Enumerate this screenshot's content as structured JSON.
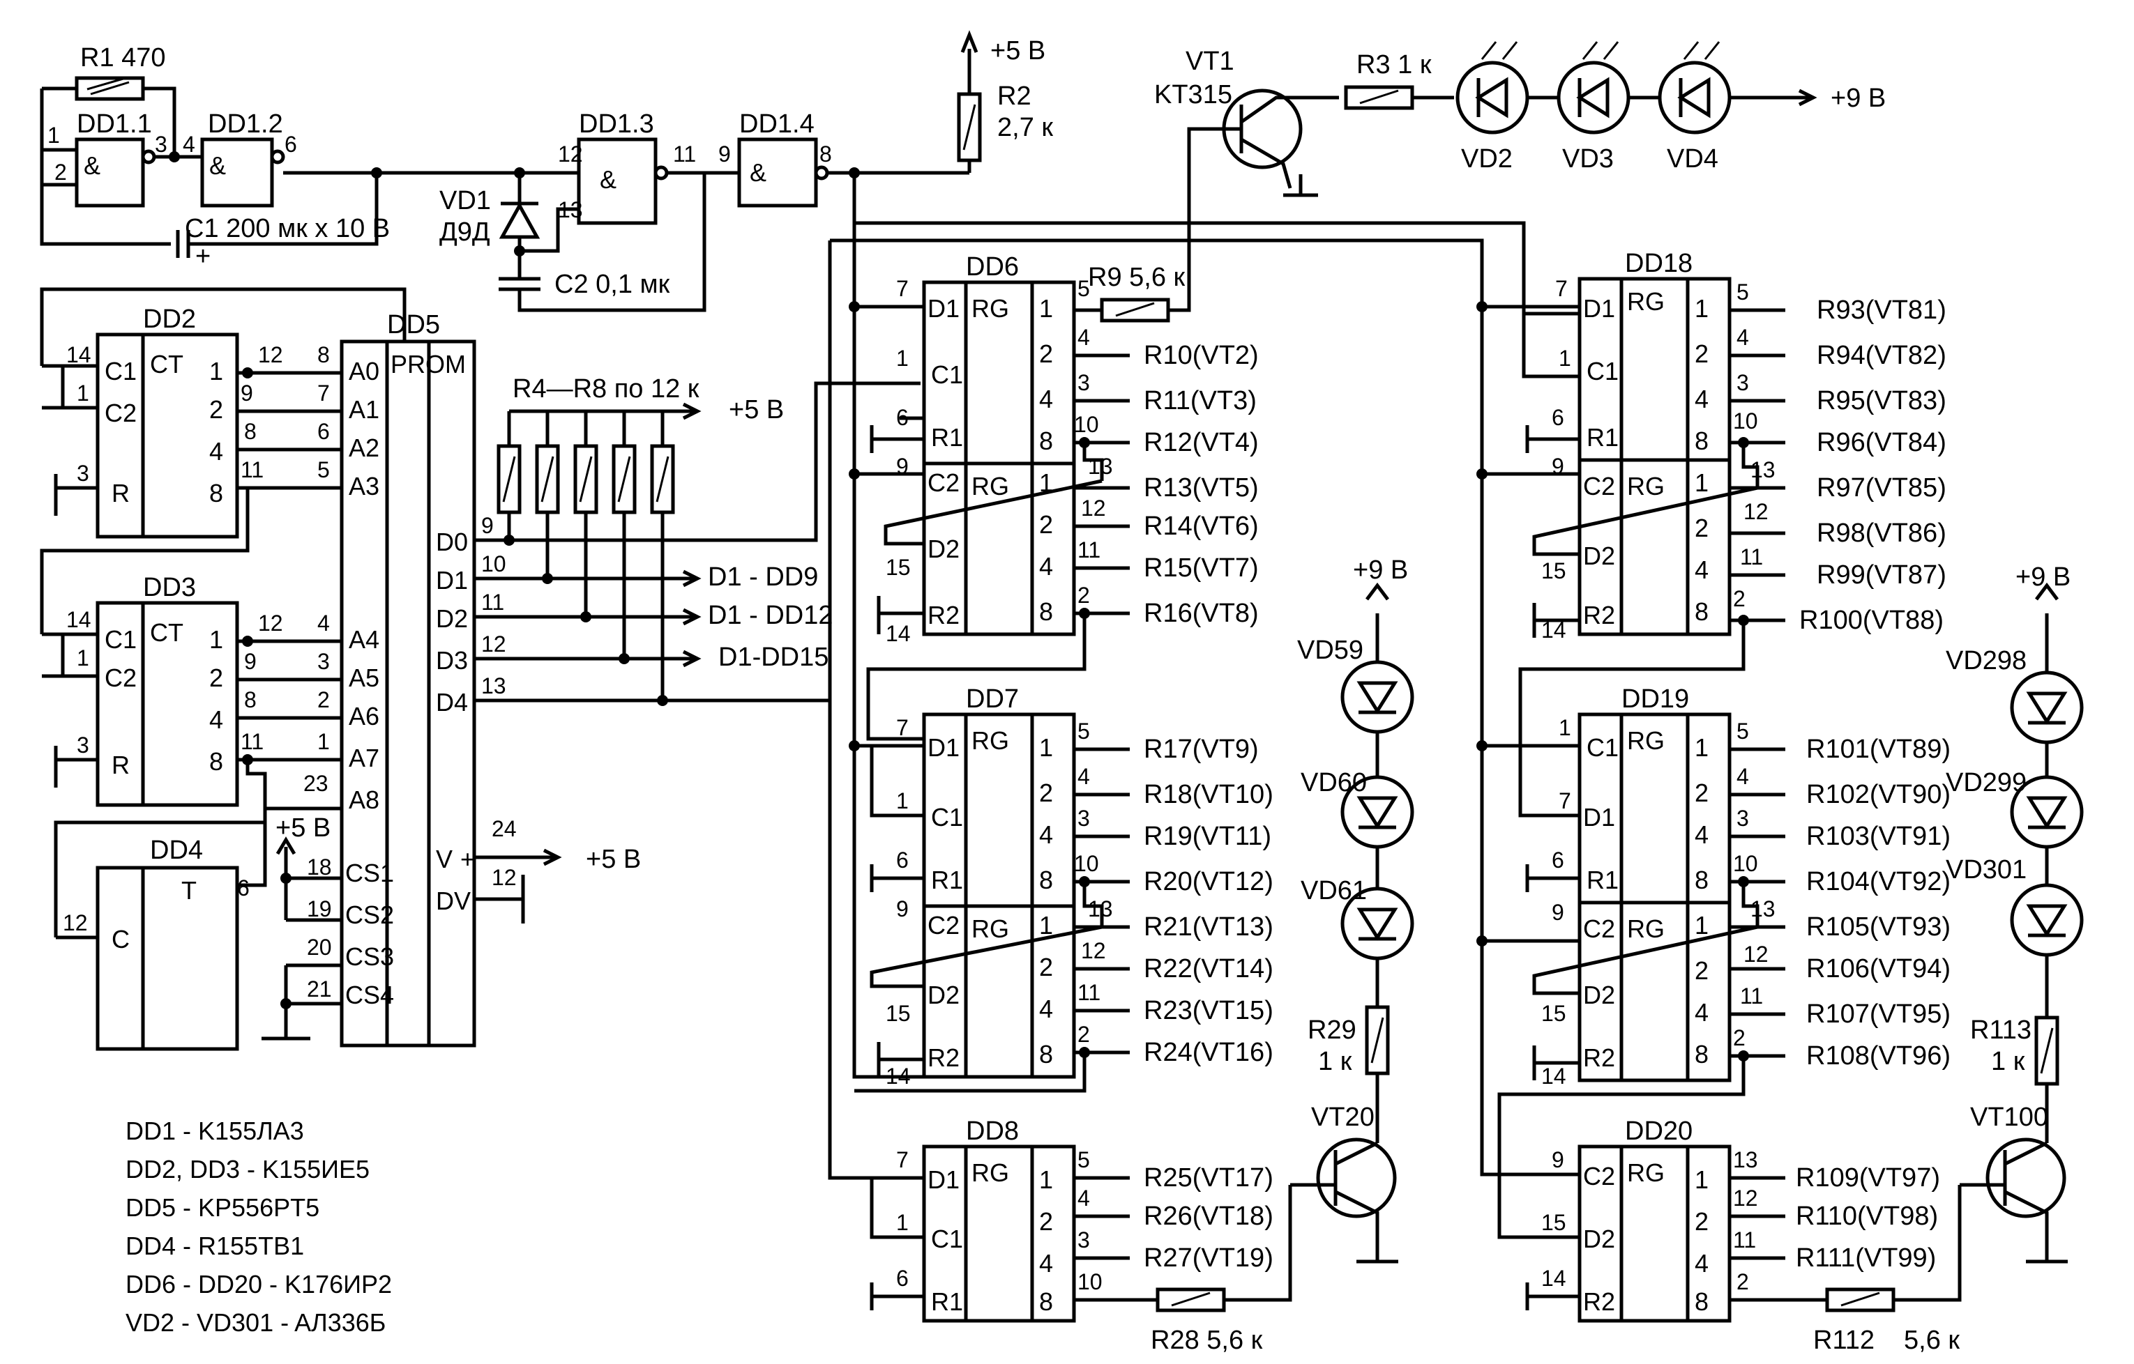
{
  "colors": {
    "ink": "#000000",
    "paper": "#ffffff"
  },
  "top": {
    "r1": "R1 470",
    "dd1_1": "DD1.1",
    "dd1_2": "DD1.2",
    "dd1_3": "DD1.3",
    "dd1_4": "DD1.4",
    "amp": "&",
    "c1": "C1 200 мк x 10 В",
    "vd1": "VD1",
    "vd1_type": "Д9Д",
    "c2": "C2 0,1 мк",
    "r2": "R2",
    "r2_val": "2,7 к",
    "p5v": "+5 В",
    "vt1": "VT1",
    "vt1_type": "KT315",
    "r3": "R3 1 к",
    "vd2": "VD2",
    "vd3": "VD3",
    "vd4": "VD4",
    "p9v": "+9 В",
    "pins": {
      "p1": "1",
      "p2": "2",
      "p3": "3",
      "p4": "4",
      "p6": "6",
      "p12": "12",
      "p13": "13",
      "p11": "11",
      "p9": "9",
      "p8": "8"
    }
  },
  "counters": {
    "dd2": "DD2",
    "dd3": "DD3",
    "ct": "CT",
    "c1": "C1",
    "c2": "C2",
    "r": "R",
    "pins": [
      "14",
      "1",
      "3",
      "1",
      "2",
      "4",
      "8",
      "12",
      "9",
      "8",
      "11"
    ],
    "pins3": [
      "14",
      "1",
      "3",
      "1",
      "2",
      "4",
      "8",
      "12",
      "9",
      "8",
      "11"
    ]
  },
  "dd4": {
    "name": "DD4",
    "c": "C",
    "t": "T",
    "pin_c": "12",
    "pin_t": "6"
  },
  "dd5": {
    "name": "DD5",
    "prom": "PROM",
    "addr": [
      "A0",
      "A1",
      "A2",
      "A3",
      "A4",
      "A5",
      "A6",
      "A7",
      "A8"
    ],
    "addr_pins": [
      "8",
      "7",
      "6",
      "5",
      "4",
      "3",
      "2",
      "1",
      "23"
    ],
    "cs": [
      "CS1",
      "CS2",
      "CS3",
      "CS4"
    ],
    "cs_pins": [
      "18",
      "19",
      "20",
      "21"
    ],
    "data": [
      "D0",
      "D1",
      "D2",
      "D3",
      "D4"
    ],
    "data_pins": [
      "9",
      "10",
      "11",
      "12",
      "13"
    ],
    "v": "V",
    "dv": "DV",
    "v_pin": "24",
    "dv_pin": "12",
    "plus": "+",
    "p5v": "+5 В",
    "p5v_b": "+5 В"
  },
  "pullups": {
    "label": "R4—R8 по 12 к",
    "p5v": "+5 В"
  },
  "outs": {
    "d1_dd9": "D1 - DD9",
    "d1_dd12": "D1 - DD12",
    "d1_dd15": "D1-DD15"
  },
  "registers": {
    "rg": "RG",
    "pins_l": {
      "d1": "D1",
      "c1": "C1",
      "r1": "R1",
      "c2": "C2",
      "d2": "D2",
      "r2": "R2"
    },
    "dd6": {
      "name": "DD6",
      "lpins": [
        "7",
        "1",
        "6",
        "9",
        "15",
        "14"
      ],
      "rpins": [
        "5",
        "4",
        "3",
        "10",
        "13",
        "12",
        "11",
        "2"
      ],
      "rnums": [
        "1",
        "2",
        "4",
        "8",
        "1",
        "2",
        "4",
        "8"
      ],
      "outs": [
        "R9 5,6 к",
        "R10(VT2)",
        "R11(VT3)",
        "R12(VT4)",
        "R13(VT5)",
        "R14(VT6)",
        "R15(VT7)",
        "R16(VT8)"
      ]
    },
    "dd7": {
      "name": "DD7",
      "lpins": [
        "7",
        "1",
        "6",
        "9",
        "15",
        "14"
      ],
      "rpins": [
        "5",
        "4",
        "3",
        "10",
        "13",
        "12",
        "11",
        "2"
      ],
      "rnums": [
        "1",
        "2",
        "4",
        "8",
        "1",
        "2",
        "4",
        "8"
      ],
      "outs": [
        "R17(VT9)",
        "R18(VT10)",
        "R19(VT11)",
        "R20(VT12)",
        "R21(VT13)",
        "R22(VT14)",
        "R23(VT15)",
        "R24(VT16)"
      ]
    },
    "dd8": {
      "name": "DD8",
      "lpins": [
        "7",
        "1",
        "6"
      ],
      "rpins": [
        "5",
        "4",
        "3",
        "10"
      ],
      "rnums": [
        "1",
        "2",
        "4",
        "8"
      ],
      "outs": [
        "R25(VT17)",
        "R26(VT18)",
        "R27(VT19)"
      ],
      "r28": "R28 5,6 к"
    },
    "dd18": {
      "name": "DD18",
      "lpins": [
        "7",
        "1",
        "6",
        "9",
        "15",
        "14"
      ],
      "rpins": [
        "5",
        "4",
        "3",
        "10",
        "13",
        "12",
        "11",
        "2"
      ],
      "rnums": [
        "1",
        "2",
        "4",
        "8",
        "1",
        "2",
        "4",
        "8"
      ],
      "outs": [
        "R93(VT81)",
        "R94(VT82)",
        "R95(VT83)",
        "R96(VT84)",
        "R97(VT85)",
        "R98(VT86)",
        "R99(VT87)",
        "R100(VT88)"
      ]
    },
    "dd19": {
      "name": "DD19",
      "lpins": [
        "1",
        "7",
        "6",
        "9",
        "15",
        "14"
      ],
      "lnames": [
        "C1",
        "D1",
        "R1",
        "C2",
        "D2",
        "R2"
      ],
      "rpins": [
        "5",
        "4",
        "3",
        "10",
        "13",
        "12",
        "11",
        "2"
      ],
      "rnums": [
        "1",
        "2",
        "4",
        "8",
        "1",
        "2",
        "4",
        "8"
      ],
      "outs": [
        "R101(VT89)",
        "R102(VT90)",
        "R103(VT91)",
        "R104(VT92)",
        "R105(VT93)",
        "R106(VT94)",
        "R107(VT95)",
        "R108(VT96)"
      ]
    },
    "dd20": {
      "name": "DD20",
      "lpins": [
        "9",
        "15",
        "14"
      ],
      "lnames": [
        "C2",
        "D2",
        "R2"
      ],
      "rpins": [
        "13",
        "12",
        "11",
        "2"
      ],
      "rnums": [
        "1",
        "2",
        "4",
        "8"
      ],
      "outs": [
        "R109(VT97)",
        "R110(VT98)",
        "R111(VT99)"
      ],
      "r112": "R112",
      "r112_val": "5,6 к"
    }
  },
  "led_chains": {
    "a": {
      "p9v": "+9 В",
      "leds": [
        "VD59",
        "VD60",
        "VD61"
      ],
      "r": "R29",
      "r_val": "1 к",
      "vt": "VT20"
    },
    "b": {
      "p9v": "+9 В",
      "leds": [
        "VD298",
        "VD299",
        "VD301"
      ],
      "r": "R113",
      "r_val": "1 к",
      "vt": "VT100"
    }
  },
  "legend": [
    "DD1 - K155ЛA3",
    "DD2, DD3 - K155ИE5",
    "DD5 - KP556PT5",
    "DD4 - R155TB1",
    "DD6 - DD20 - K176ИP2",
    "VD2 - VD301 - AЛ336Б"
  ]
}
